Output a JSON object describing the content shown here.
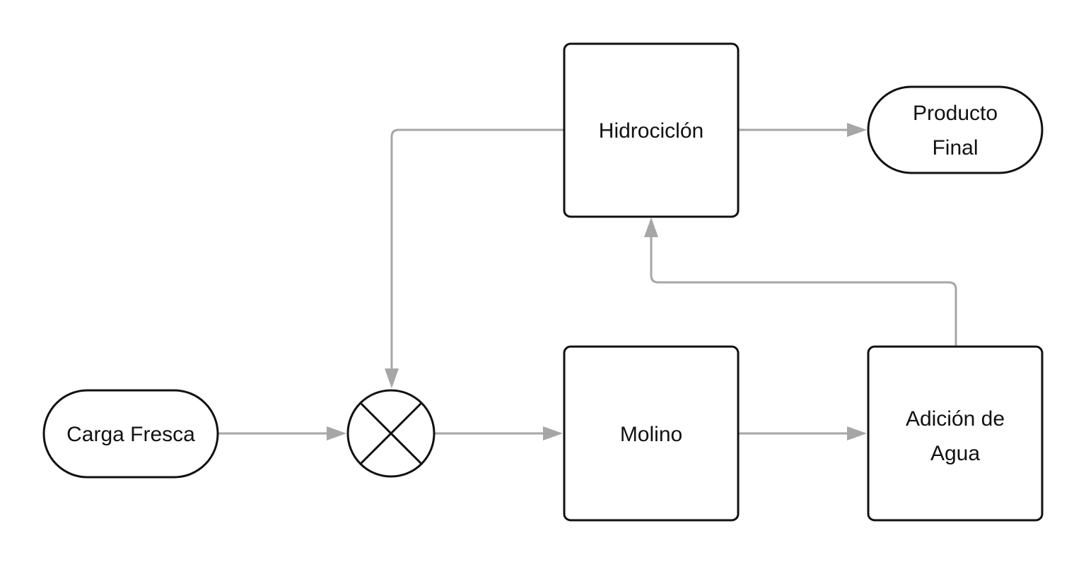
{
  "diagram": {
    "nodes": {
      "carga_fresca": {
        "label_lines": [
          "Carga Fresca"
        ]
      },
      "mixer": {
        "symbol": "summing-junction-x"
      },
      "molino": {
        "label_lines": [
          "Molino"
        ]
      },
      "adicion_agua": {
        "label_lines": [
          "Adición de",
          "Agua"
        ]
      },
      "hidrociclon": {
        "label_lines": [
          "Hidrociclón"
        ]
      },
      "producto_final": {
        "label_lines": [
          "Producto",
          "Final"
        ]
      }
    },
    "edges": [
      {
        "from": "carga_fresca",
        "to": "mixer"
      },
      {
        "from": "mixer",
        "to": "molino"
      },
      {
        "from": "molino",
        "to": "adicion_agua"
      },
      {
        "from": "adicion_agua",
        "to": "hidrociclon"
      },
      {
        "from": "hidrociclon",
        "to": "producto_final"
      },
      {
        "from": "hidrociclon",
        "to": "mixer"
      }
    ],
    "colors": {
      "edge": "#a6a6a6",
      "node_stroke": "#111111",
      "text": "#111111",
      "background": "#ffffff"
    }
  }
}
